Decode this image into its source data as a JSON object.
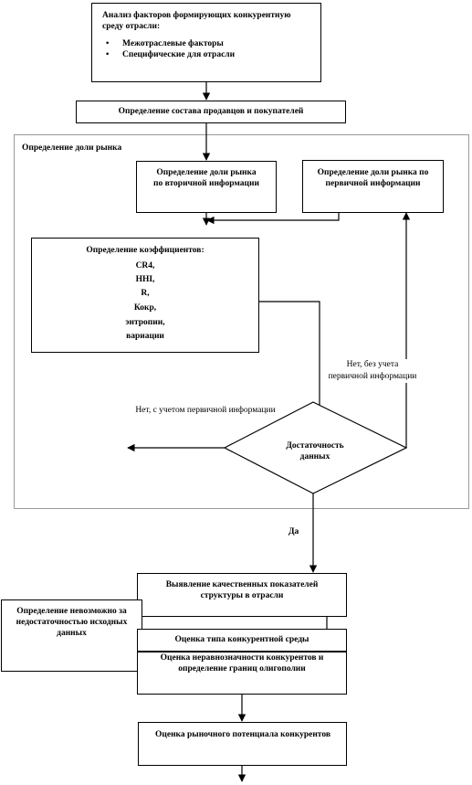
{
  "nodes": {
    "top": {
      "title": "Анализ факторов формирующих конкурентную среду отрасли:",
      "bullets": [
        "Межотраслевые факторы",
        "Специфические для отрасли"
      ]
    },
    "composition": "Определение состава продавцов и покупателей",
    "region_title": "Определение доли рынка",
    "secondary": "Определение доли рынка по вторичной информации",
    "primary": "Определение доли рынка по первичной информации",
    "coefficients": {
      "title": "Определение коэффициентов:",
      "items": [
        "CR4,",
        "HHI,",
        "R,",
        "Кокр,",
        "энтропии,",
        "вариации"
      ]
    },
    "decision": "Достаточность данных",
    "quality": "Выявление качественных показателей структуры в отрасли",
    "impossible": "Определение невозможно за недостаточностью исходных данных",
    "competition_type": "Оценка типа конкурентной среды",
    "inequality": "Оценка неравнозначности конкурентов и определение границ олигополии",
    "potential": "Оценка рыночного потенциала конкурентов"
  },
  "labels": {
    "no_with_primary": "Нет, с учетом первичной информации",
    "no_without_primary": "Нет, без учета первичной информации",
    "yes": "Да"
  }
}
